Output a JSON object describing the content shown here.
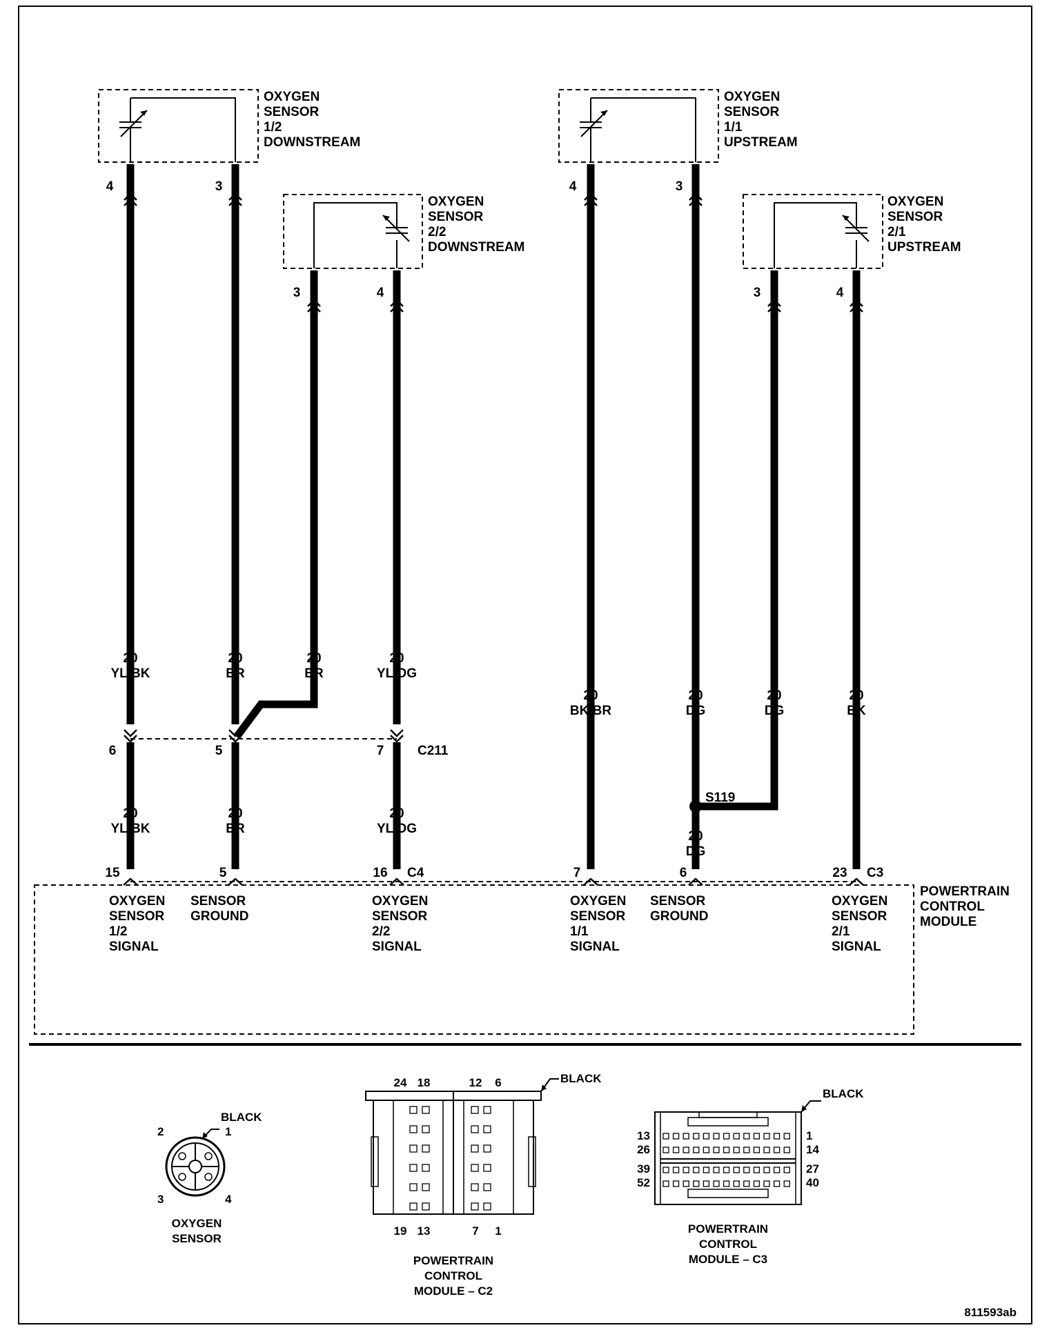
{
  "sensors": {
    "s12": {
      "l1": "OXYGEN",
      "l2": "SENSOR",
      "l3": "1/2",
      "l4": "DOWNSTREAM"
    },
    "s22": {
      "l1": "OXYGEN",
      "l2": "SENSOR",
      "l3": "2/2",
      "l4": "DOWNSTREAM"
    },
    "s11": {
      "l1": "OXYGEN",
      "l2": "SENSOR",
      "l3": "1/1",
      "l4": "UPSTREAM"
    },
    "s21": {
      "l1": "OXYGEN",
      "l2": "SENSOR",
      "l3": "2/1",
      "l4": "UPSTREAM"
    }
  },
  "wires": {
    "w1": {
      "pin_top": "4",
      "gauge_top": "20",
      "color_top": "YL/BK",
      "c211_pin": "6",
      "gauge_bot": "20",
      "color_bot": "YL/BK",
      "pcm_pin": "15"
    },
    "w2": {
      "pin_top": "3",
      "gauge_top": "20",
      "color_top": "BR",
      "c211_pin": "5",
      "gauge_bot": "20",
      "color_bot": "BR",
      "pcm_pin": "5"
    },
    "w3": {
      "pin_top": "3",
      "gauge_top": "20",
      "color_top": "BR"
    },
    "w4": {
      "pin_top": "4",
      "gauge_top": "20",
      "color_top": "YL/DG",
      "c211_pin": "7",
      "gauge_bot": "20",
      "color_bot": "YL/DG",
      "pcm_pin": "16"
    },
    "w5": {
      "pin_top": "4",
      "gauge": "20",
      "color": "BK/BR",
      "pcm_pin": "7"
    },
    "w6": {
      "pin_top": "3",
      "gauge": "20",
      "color": "DG",
      "gauge_bot": "20",
      "color_bot": "DG",
      "pcm_pin": "6"
    },
    "w7": {
      "pin_top": "3",
      "gauge": "20",
      "color": "DG"
    },
    "w8": {
      "pin_top": "4",
      "gauge": "20",
      "color": "BK",
      "pcm_pin": "23"
    }
  },
  "connectors": {
    "c211": "C211",
    "c4": "C4",
    "c3": "C3",
    "splice": "S119"
  },
  "pcm": {
    "name": {
      "l1": "POWERTRAIN",
      "l2": "CONTROL",
      "l3": "MODULE"
    },
    "p1": {
      "l1": "OXYGEN",
      "l2": "SENSOR",
      "l3": "1/2",
      "l4": "SIGNAL"
    },
    "p2": {
      "l1": "SENSOR",
      "l2": "GROUND"
    },
    "p3": {
      "l1": "OXYGEN",
      "l2": "SENSOR",
      "l3": "2/2",
      "l4": "SIGNAL"
    },
    "p4": {
      "l1": "OXYGEN",
      "l2": "SENSOR",
      "l3": "1/1",
      "l4": "SIGNAL"
    },
    "p5": {
      "l1": "SENSOR",
      "l2": "GROUND"
    },
    "p6": {
      "l1": "OXYGEN",
      "l2": "SENSOR",
      "l3": "2/1",
      "l4": "SIGNAL"
    }
  },
  "views": {
    "o2": {
      "color": "BLACK",
      "p1": "1",
      "p2": "2",
      "p3": "3",
      "p4": "4",
      "l1": "OXYGEN",
      "l2": "SENSOR"
    },
    "c2": {
      "color": "BLACK",
      "t1": "24",
      "t2": "18",
      "t3": "12",
      "t4": "6",
      "b1": "19",
      "b2": "13",
      "b3": "7",
      "b4": "1",
      "l1": "POWERTRAIN",
      "l2": "CONTROL",
      "l3": "MODULE – C2"
    },
    "c3": {
      "color": "BLACK",
      "left": [
        "13",
        "26",
        "39",
        "52"
      ],
      "right": [
        "1",
        "14",
        "27",
        "40"
      ],
      "l1": "POWERTRAIN",
      "l2": "CONTROL",
      "l3": "MODULE – C3"
    }
  },
  "figure_id": "811593ab"
}
